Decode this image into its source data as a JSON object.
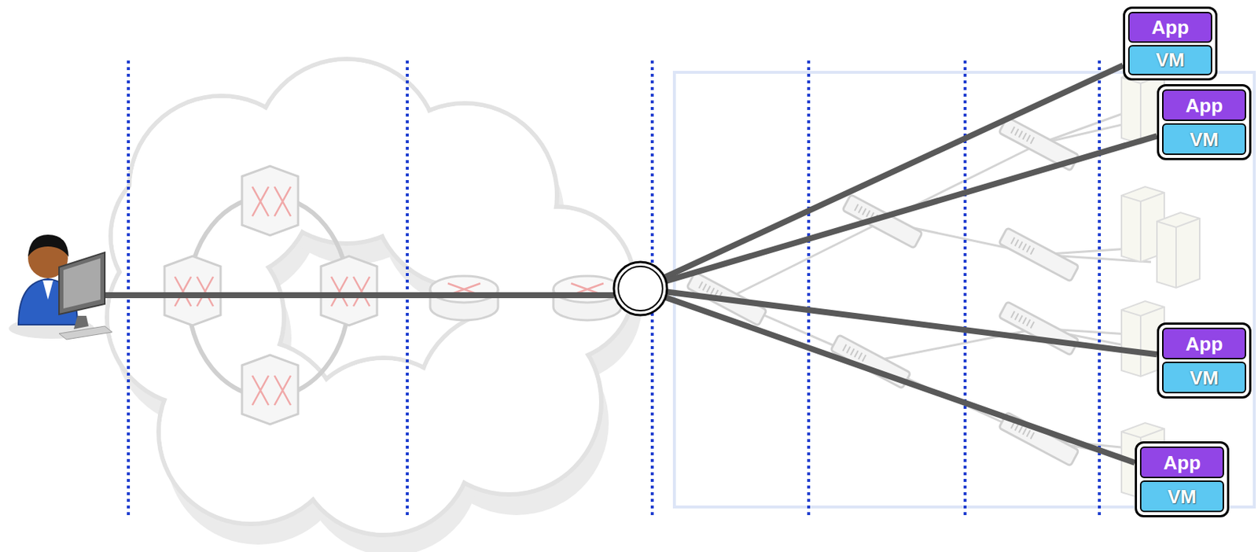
{
  "diagram": {
    "nodes": [
      {
        "text": []
      },
      {
        "text": [
          "App",
          "VM"
        ]
      },
      {
        "text": [
          "App",
          "VM"
        ]
      },
      {
        "text": [
          "App",
          "VM"
        ]
      },
      {
        "text": [
          "App",
          "VM"
        ]
      }
    ],
    "edges": [
      {
        "from": 0,
        "to": 1,
        "arrow": "none"
      },
      {
        "from": 0,
        "to": 2,
        "arrow": "none"
      },
      {
        "from": 0,
        "to": 3,
        "arrow": "none"
      },
      {
        "from": 0,
        "to": 4,
        "arrow": "none"
      }
    ]
  }
}
